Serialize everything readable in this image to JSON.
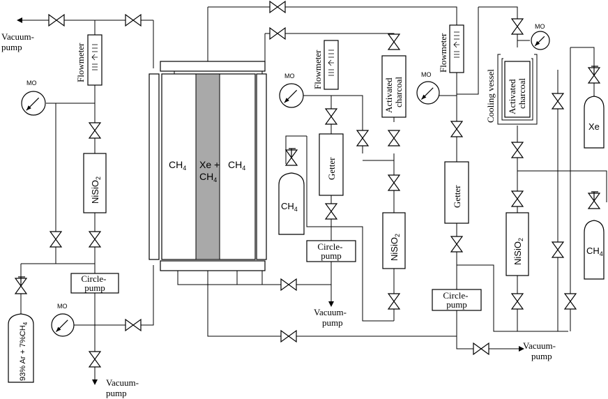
{
  "labels": {
    "vacuum_pump_lines": [
      "Vacuum-",
      "pump"
    ],
    "flowmeter": "Flowmeter",
    "mo": "MO",
    "nisio2": "NiSiO",
    "nisio2_sub": "2",
    "circle_pump_lines": [
      "Circle-",
      "pump"
    ],
    "getter": "Getter",
    "activated_charcoal_lines": [
      "Activated",
      "charcoal"
    ],
    "cooling_vessel": "Cooling vessel",
    "ch4": "CH",
    "ch4_sub": "4",
    "xe_plus": "Xe +",
    "xe": "Xe",
    "gas_mix_a": "93% Ar + 7%CH",
    "gas_mix_sub": "4"
  },
  "icons": {
    "valve": "bowtie-valve-icon",
    "pressure_gauge": "gauge-icon",
    "arrow": "arrow-icon"
  }
}
